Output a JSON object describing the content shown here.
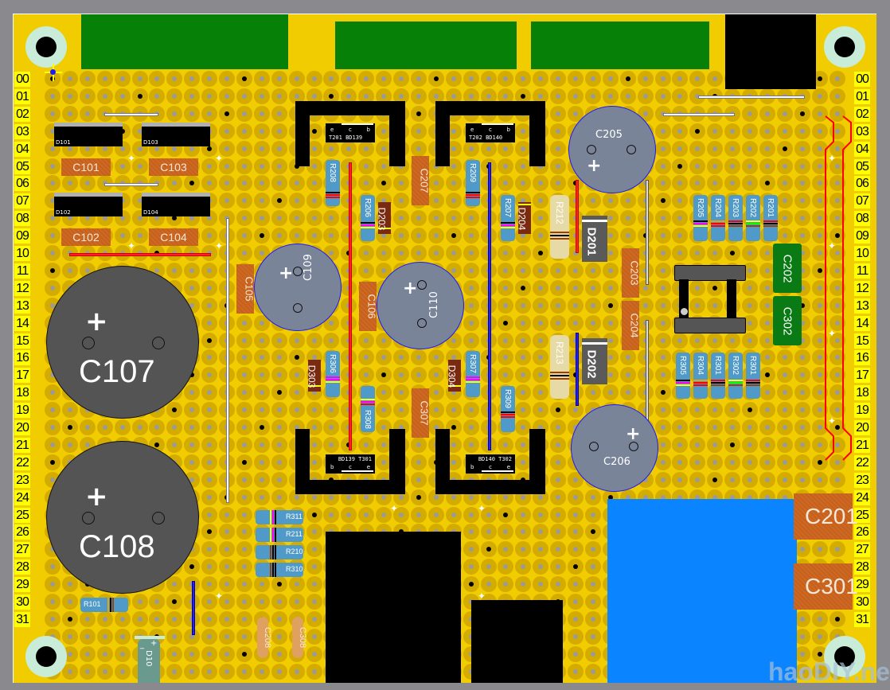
{
  "board": {
    "row_labels": [
      "00",
      "01",
      "02",
      "03",
      "04",
      "05",
      "06",
      "07",
      "08",
      "09",
      "10",
      "11",
      "12",
      "13",
      "14",
      "15",
      "16",
      "17",
      "18",
      "19",
      "20",
      "21",
      "22",
      "23",
      "24",
      "25",
      "26",
      "27",
      "28",
      "29",
      "30",
      "31"
    ]
  },
  "colors": {
    "board": "#f0cc00",
    "pad": "#d4ac00",
    "row_label_bg": "#ffff00",
    "electrolytic": "#7a8499",
    "big_electrolytic": "#545454",
    "film_cap": "#c8601a",
    "green_cap": "#0a7a14",
    "resistor": "#4f9ac8",
    "power_resistor": "#e6daa6",
    "heatsink": "#000000",
    "connector": "#068006",
    "relay": "#0a84ff"
  },
  "rectifier_diodes": [
    {
      "label": "D101"
    },
    {
      "label": "D103"
    },
    {
      "label": "D102"
    },
    {
      "label": "D104"
    }
  ],
  "film_caps": {
    "c101": "C101",
    "c103": "C103",
    "c102": "C102",
    "c104": "C104",
    "c105": "C105",
    "c106": "C106",
    "c207": "C207",
    "c307": "C307",
    "c203": "C203",
    "c204": "C204",
    "c201": "C201",
    "c301": "C301"
  },
  "ceramic_caps": {
    "c208": "C208",
    "c308": "C308"
  },
  "green_caps": {
    "c202": "C202",
    "c302": "C302"
  },
  "electrolytic_caps": {
    "c107": "C107",
    "c108": "C108",
    "c109": "C109",
    "c110": "C110",
    "c205": "C205",
    "c206": "C206",
    "plus": "+"
  },
  "transistors": [
    {
      "ref": "T201",
      "part": "BD139",
      "pins": [
        "e",
        "c",
        "b"
      ],
      "text": "T201  BD139"
    },
    {
      "ref": "T202",
      "part": "BD140",
      "pins": [
        "e",
        "c",
        "b"
      ],
      "text": "T202  BD140"
    },
    {
      "ref": "T301",
      "part": "BD139",
      "pins": [
        "b",
        "c",
        "e"
      ],
      "text": "BD139  T301"
    },
    {
      "ref": "T302",
      "part": "BD140",
      "pins": [
        "b",
        "c",
        "e"
      ],
      "text": "BD140  T302"
    }
  ],
  "resistors": {
    "r208": "R208",
    "r206": "R206",
    "r209": "R209",
    "r207": "R207",
    "r205": "R205",
    "r204": "R204",
    "r203": "R203",
    "r202": "R202",
    "r201": "R201",
    "r305": "R305",
    "r304": "R304",
    "r301a": "R301",
    "r302": "R302",
    "r301b": "R301",
    "r306": "R306",
    "r308": "R308",
    "r307": "R307",
    "r309": "R309",
    "r212": "R212",
    "r213": "R213",
    "r311": "R311",
    "r211": "R211",
    "r210": "R210",
    "r310": "R310",
    "r101": "R101"
  },
  "diodes": {
    "d201": "D201",
    "d202": "D202",
    "d203": "D203",
    "d204": "D204",
    "d303": "D303",
    "d304": "D304",
    "d10x": "D10"
  },
  "led_polarity": {
    "minus": "_",
    "plus": "+"
  },
  "watermark": "haoDIY.net"
}
